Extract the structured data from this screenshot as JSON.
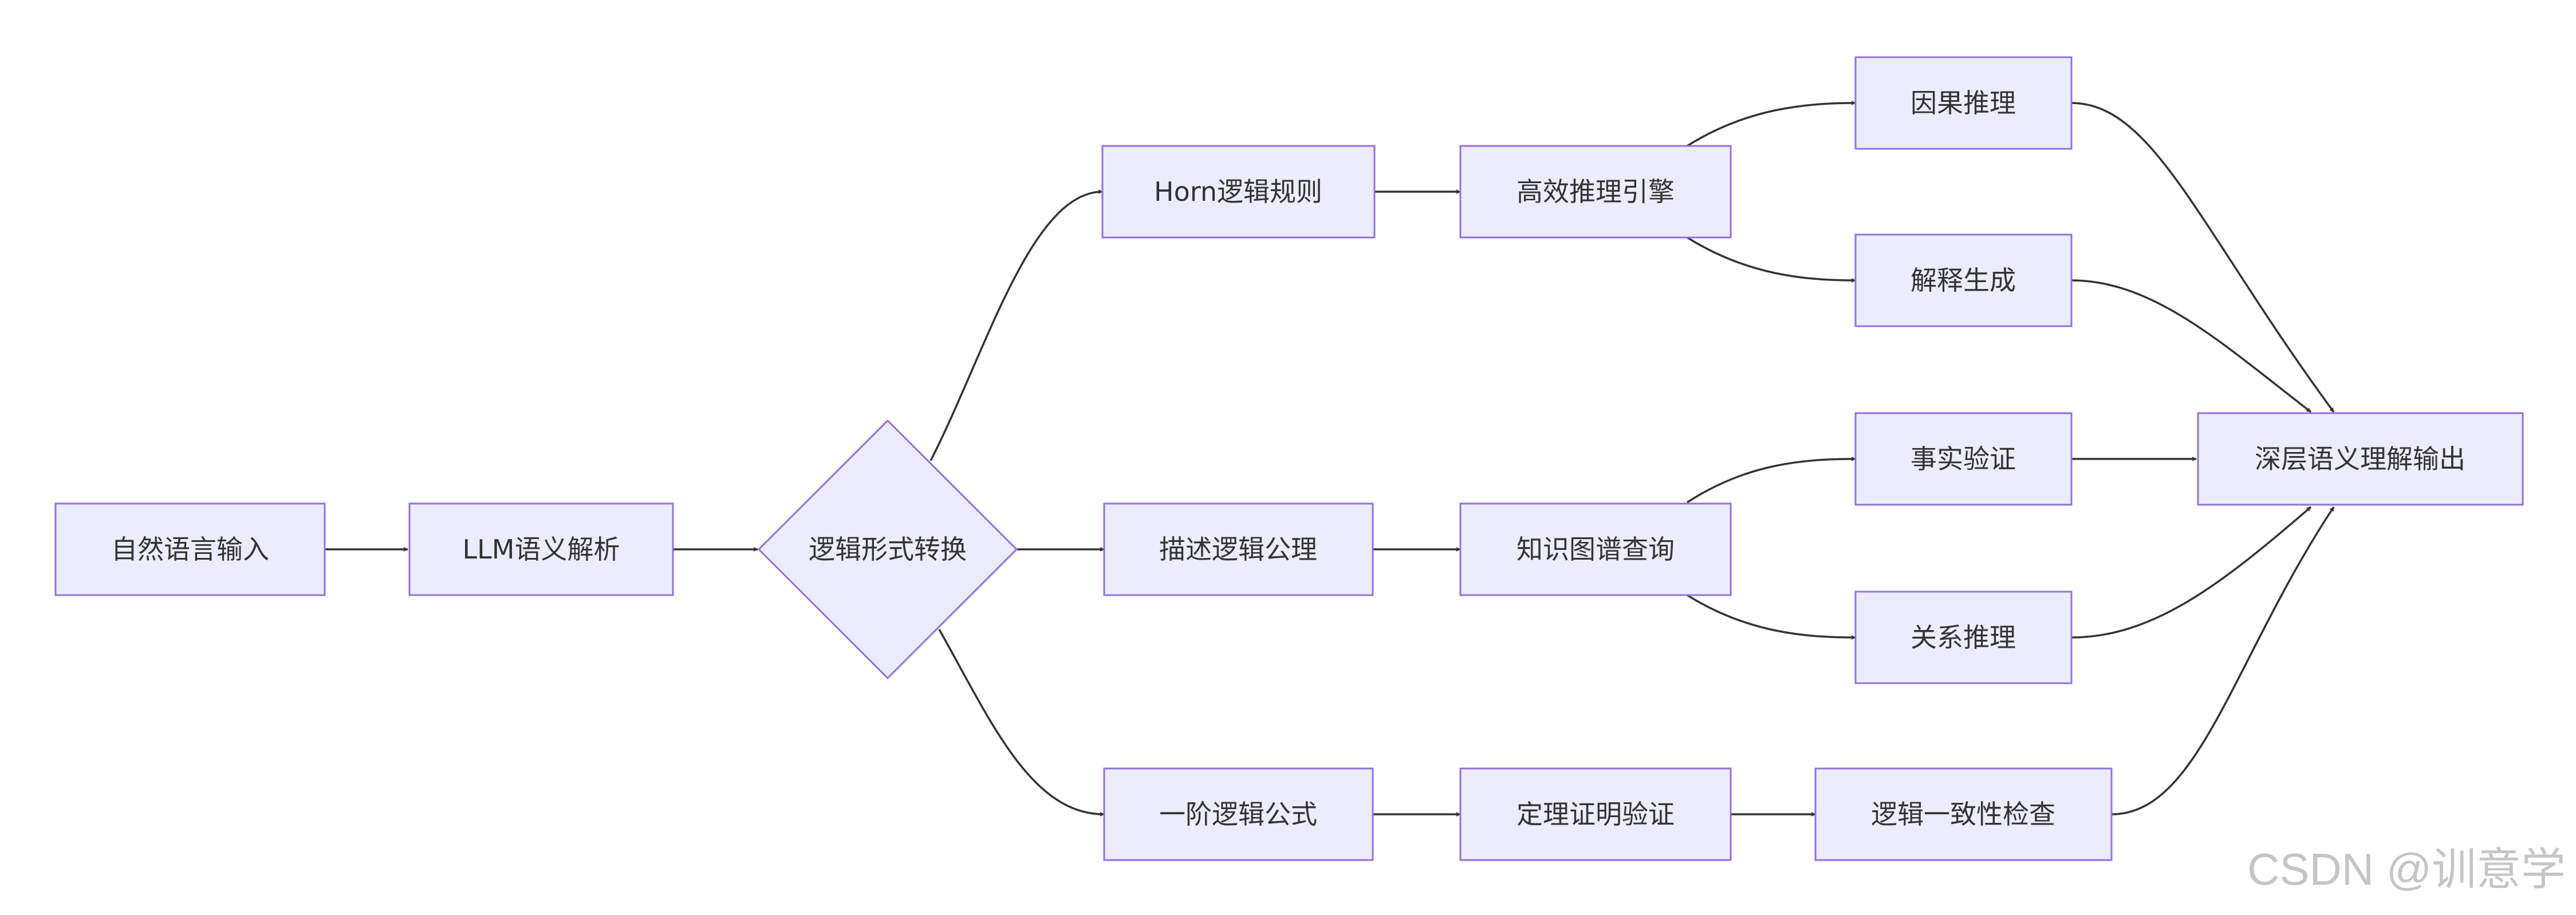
{
  "diagram": {
    "nodes": {
      "input": {
        "label": "自然语言输入"
      },
      "llm_parse": {
        "label": "LLM语义解析"
      },
      "transform": {
        "label": "逻辑形式转换"
      },
      "horn": {
        "label": "Horn逻辑规则"
      },
      "description": {
        "label": "描述逻辑公理"
      },
      "first_order": {
        "label": "一阶逻辑公式"
      },
      "engine": {
        "label": "高效推理引擎"
      },
      "kg_query": {
        "label": "知识图谱查询"
      },
      "theorem": {
        "label": "定理证明验证"
      },
      "causal": {
        "label": "因果推理"
      },
      "explain": {
        "label": "解释生成"
      },
      "fact_check": {
        "label": "事实验证"
      },
      "relation": {
        "label": "关系推理"
      },
      "consistency": {
        "label": "逻辑一致性检查"
      },
      "output": {
        "label": "深层语义理解输出"
      }
    },
    "edges": [
      {
        "from": "input",
        "to": "llm_parse"
      },
      {
        "from": "llm_parse",
        "to": "transform"
      },
      {
        "from": "transform",
        "to": "horn"
      },
      {
        "from": "transform",
        "to": "description"
      },
      {
        "from": "transform",
        "to": "first_order"
      },
      {
        "from": "horn",
        "to": "engine"
      },
      {
        "from": "description",
        "to": "kg_query"
      },
      {
        "from": "first_order",
        "to": "theorem"
      },
      {
        "from": "engine",
        "to": "causal"
      },
      {
        "from": "engine",
        "to": "explain"
      },
      {
        "from": "kg_query",
        "to": "fact_check"
      },
      {
        "from": "kg_query",
        "to": "relation"
      },
      {
        "from": "theorem",
        "to": "consistency"
      },
      {
        "from": "causal",
        "to": "output"
      },
      {
        "from": "explain",
        "to": "output"
      },
      {
        "from": "fact_check",
        "to": "output"
      },
      {
        "from": "relation",
        "to": "output"
      },
      {
        "from": "consistency",
        "to": "output"
      }
    ]
  },
  "watermark": "CSDN @训意学"
}
